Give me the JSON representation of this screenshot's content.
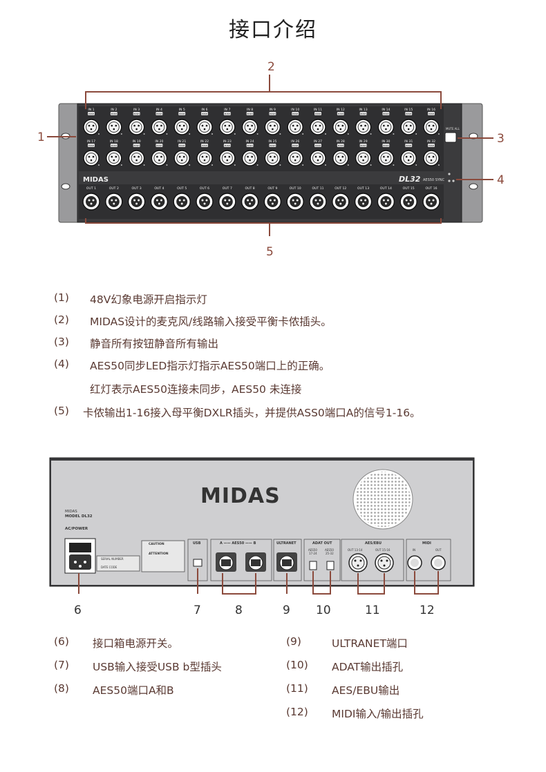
{
  "title": "接口介绍",
  "front_panel": {
    "model": "DL32",
    "brand": "MIDAS",
    "aes_sync": "AES50 SYNC",
    "mute_all": "MUTE ALL",
    "push": "PUSH",
    "inputs_top": [
      "IN 1",
      "IN 2",
      "IN 3",
      "IN 4",
      "IN 5",
      "IN 6",
      "IN 7",
      "IN 8",
      "IN 9",
      "IN 10",
      "IN 11",
      "IN 12",
      "IN 13",
      "IN 14",
      "IN 15",
      "IN 16"
    ],
    "inputs_bottom": [
      "IN 17",
      "IN 18",
      "IN 19",
      "IN 20",
      "IN 21",
      "IN 22",
      "IN 23",
      "IN 24",
      "IN 25",
      "IN 26",
      "IN 27",
      "IN 28",
      "IN 29",
      "IN 30",
      "IN 31",
      "IN 32"
    ],
    "outputs": [
      "OUT 1",
      "OUT 2",
      "OUT 3",
      "OUT 4",
      "OUT 5",
      "OUT 6",
      "OUT 7",
      "OUT 8",
      "OUT 9",
      "OUT 10",
      "OUT 11",
      "OUT 12",
      "OUT 13",
      "OUT 14",
      "OUT 15",
      "OUT 16"
    ],
    "callouts": {
      "c1": "1",
      "c2": "2",
      "c3": "3",
      "c4": "4",
      "c5": "5"
    }
  },
  "front_legend": [
    {
      "num": "(1)",
      "text": "48V幻象电源开启指示灯"
    },
    {
      "num": "(2)",
      "text": "MIDAS设计的麦克风/线路输入接受平衡卡侬插头。"
    },
    {
      "num": "(3)",
      "text": "静音所有按钮静音所有输出"
    },
    {
      "num": "(4)",
      "text": "AES50同步LED指示灯指示AES50端口上的正确。"
    },
    {
      "num": "",
      "text": "红灯表示AES50连接未同步，AES50 未连接"
    },
    {
      "num": "(5)",
      "text": "卡侬输出1-16接入母平衡DXLR插头，并提供ASS0端口A的信号1-16。"
    }
  ],
  "rear_panel": {
    "brand": "MIDAS",
    "model_label": "MIDAS",
    "model_line": "MODEL DL32",
    "ac_power": "AC/POWER",
    "usb": "USB",
    "aes50_ab": "A —— AES50 —— B",
    "ultranet": "ULTRANET",
    "adat_out": "ADAT OUT",
    "adat_a": "AES50",
    "adat_a_range": "17-24",
    "adat_b": "AES50",
    "adat_b_range": "25-32",
    "aes_ebu": "AES/EBU",
    "aes_out1": "OUT 13-14",
    "aes_out2": "OUT 15-16",
    "midi": "MIDI",
    "midi_in": "IN",
    "midi_out": "OUT",
    "serial": "SERIAL NUMBER",
    "date_code": "DATE CODE",
    "caution": "CAUTION",
    "attention": "ATTENTION",
    "callouts": {
      "c6": "6",
      "c7": "7",
      "c8": "8",
      "c9": "9",
      "c10": "10",
      "c11": "11",
      "c12": "12"
    }
  },
  "rear_legend_left": [
    {
      "num": "(6)",
      "text": "接口箱电源开关。"
    },
    {
      "num": "(7)",
      "text": "USB输入接受USB b型插头"
    },
    {
      "num": "(8)",
      "text": "AES50端口A和B"
    }
  ],
  "rear_legend_right": [
    {
      "num": "(9)",
      "text": "ULTRANET端口"
    },
    {
      "num": "(10)",
      "text": "ADAT输出插孔"
    },
    {
      "num": "(11)",
      "text": "AES/EBU输出"
    },
    {
      "num": "(12)",
      "text": "MIDI输入/输出插孔"
    }
  ],
  "colors": {
    "accent": "#8b4a3c",
    "panel": "#3b3b3d",
    "legend_text": "#5a3a33"
  }
}
